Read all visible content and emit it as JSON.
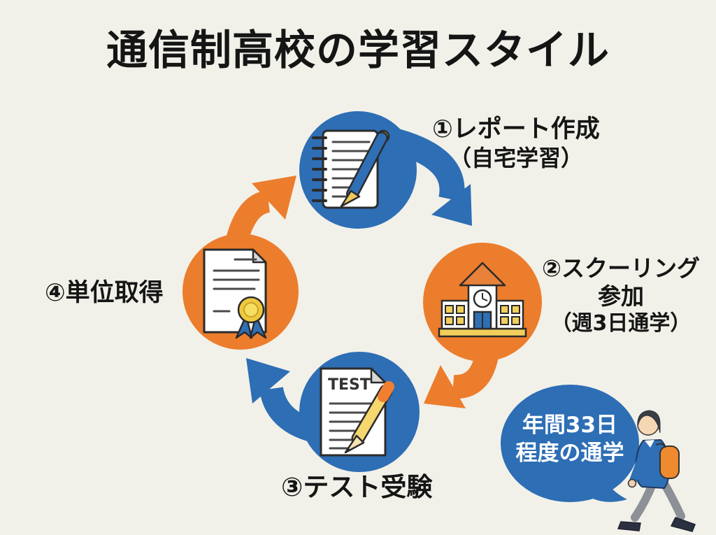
{
  "title": "通信制高校の学習スタイル",
  "colors": {
    "blue": "#2d6eb5",
    "orange": "#ec7d2c",
    "background": "#f2f1e9",
    "text": "#151515",
    "callout_text": "#ffffff"
  },
  "steps": {
    "step1": {
      "line1": "①レポート作成",
      "line2": "（自宅学習）",
      "icon": "notebook-pen-icon",
      "circle_color": "blue"
    },
    "step2": {
      "line1": "②スクーリング",
      "line2": "参加",
      "line3": "（週3日通学）",
      "icon": "school-building-icon",
      "circle_color": "orange"
    },
    "step3": {
      "line1": "③テスト受験",
      "icon": "test-sheet-pencil-icon",
      "circle_color": "blue"
    },
    "step4": {
      "line1": "④単位取得",
      "icon": "certificate-icon",
      "circle_color": "orange"
    }
  },
  "callout": {
    "line1": "年間33日",
    "line2": "程度の通学"
  },
  "icon_labels": {
    "test": "TEST"
  }
}
